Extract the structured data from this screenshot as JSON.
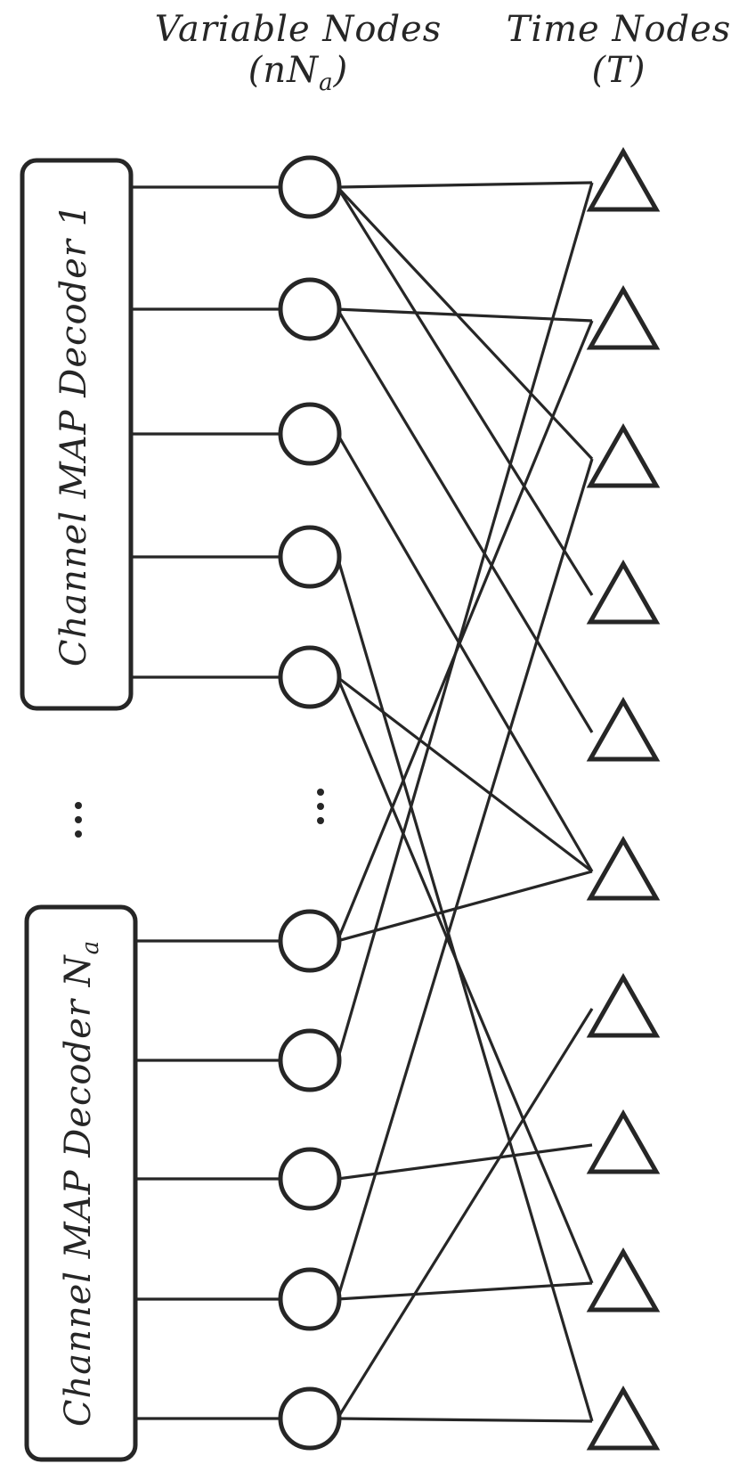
{
  "headers": {
    "variable_title": "Variable Nodes",
    "variable_sub_prefix": "(nN",
    "variable_sub_index": "a",
    "variable_sub_suffix": ")",
    "time_title": "Time Nodes",
    "time_sub": "(T)"
  },
  "decoders": [
    {
      "label": "Channel MAP Decoder 1",
      "index": ""
    },
    {
      "label": "Channel MAP Decoder N",
      "index": "a"
    }
  ],
  "ellipsis": "⋮",
  "colors": {
    "stroke": "#262626",
    "background": "#ffffff"
  },
  "edges": [
    [
      0,
      0
    ],
    [
      0,
      2
    ],
    [
      0,
      3
    ],
    [
      1,
      1
    ],
    [
      1,
      4
    ],
    [
      2,
      5
    ],
    [
      3,
      9
    ],
    [
      4,
      5
    ],
    [
      4,
      8
    ],
    [
      5,
      1
    ],
    [
      5,
      5
    ],
    [
      6,
      0
    ],
    [
      7,
      7
    ],
    [
      8,
      2
    ],
    [
      8,
      8
    ],
    [
      9,
      6
    ],
    [
      9,
      9
    ]
  ],
  "variable_node_count": 10,
  "time_node_count": 10
}
